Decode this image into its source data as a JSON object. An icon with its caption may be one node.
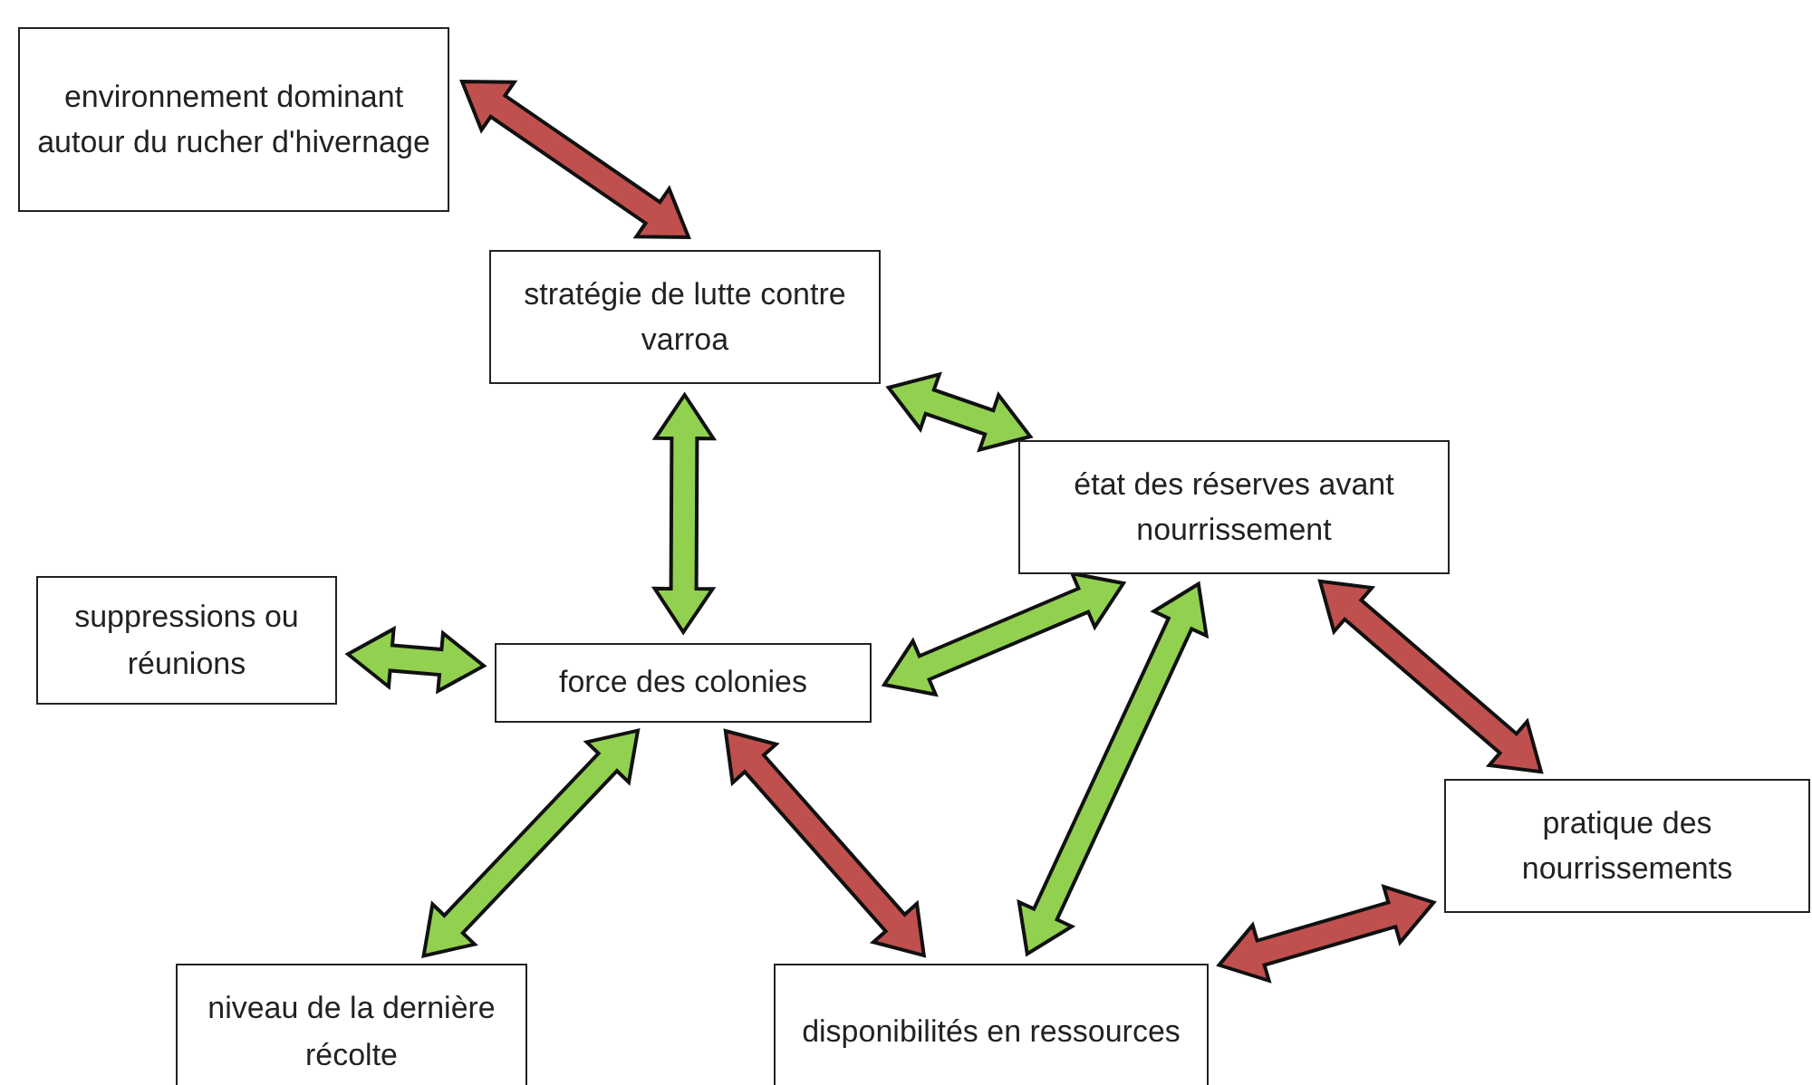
{
  "diagram": {
    "nodes": [
      {
        "text": [
          "environnement dominant autour du rucher d'hivernage"
        ]
      },
      {
        "text": [
          "stratégie de lutte contre varroa"
        ]
      },
      {
        "text": [
          "état des réserves avant nourrissement"
        ]
      },
      {
        "text": [
          "suppressions ou réunions"
        ]
      },
      {
        "text": [
          "force des colonies"
        ]
      },
      {
        "text": [
          "pratique des nourrissements"
        ]
      },
      {
        "text": [
          "niveau de la dernière récolte"
        ]
      },
      {
        "text": [
          "disponibilités en ressources"
        ]
      }
    ],
    "edges": [
      {
        "from": 0,
        "to": 1,
        "arrow": "both",
        "color": "#c0504d"
      },
      {
        "from": 1,
        "to": 2,
        "arrow": "both"
      },
      {
        "from": 1,
        "to": 4,
        "arrow": "both"
      },
      {
        "from": 3,
        "to": 4,
        "arrow": "both"
      },
      {
        "from": 2,
        "to": 4,
        "arrow": "both"
      },
      {
        "from": 4,
        "to": 6,
        "arrow": "both"
      },
      {
        "from": 4,
        "to": 7,
        "arrow": "both",
        "color": "#c0504d"
      },
      {
        "from": 2,
        "to": 7,
        "arrow": "both"
      },
      {
        "from": 2,
        "to": 5,
        "arrow": "both",
        "color": "#c0504d"
      },
      {
        "from": 5,
        "to": 7,
        "arrow": "both",
        "color": "#c0504d"
      }
    ]
  }
}
